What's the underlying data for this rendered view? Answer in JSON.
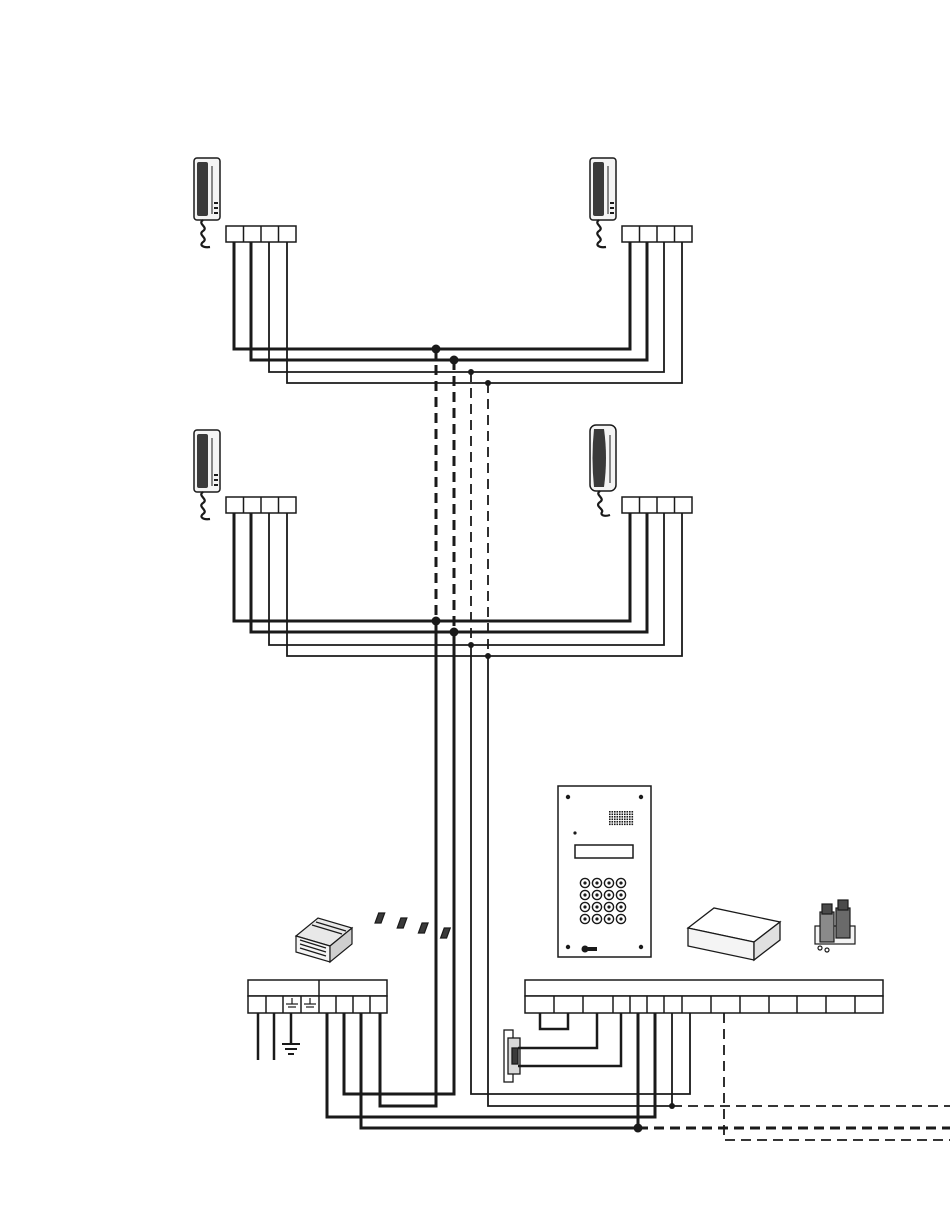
{
  "diagram": {
    "kind": "intercom wiring schematic",
    "components": {
      "handsets": [
        "handset-1",
        "handset-2",
        "handset-3",
        "handset-4"
      ],
      "power_supply": "din-rail-power-supply",
      "door_panel": "keypad-door-panel",
      "accessories": [
        "dip-switch-module",
        "relay-module"
      ],
      "lock": "electric-door-strike"
    },
    "colors": {
      "line": "#1a1a1a",
      "background": "#ffffff",
      "device_fill": "#f4f4f4",
      "device_dark": "#3a3a3a"
    }
  }
}
